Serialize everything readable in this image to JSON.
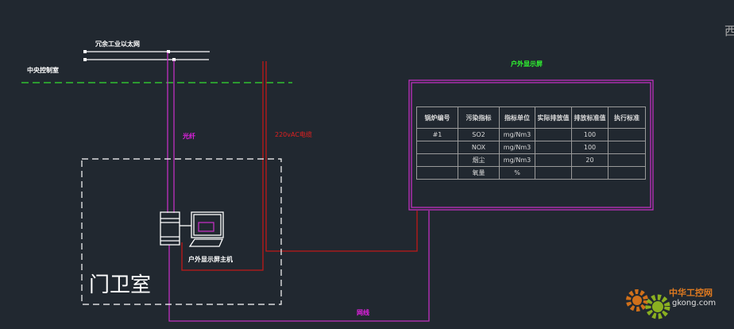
{
  "labels": {
    "ethernet": "冗余工业以太网",
    "control_room": "中央控制室",
    "fiber": "光纤",
    "power_cable": "220vAC电缆",
    "outdoor_display": "户外显示屏",
    "display_host": "户外显示屏主机",
    "network_cable": "网线",
    "guard_room": "门卫室",
    "corner_text": "西"
  },
  "table": {
    "headers": [
      "锅炉编号",
      "污染指标",
      "指标单位",
      "实际排放值",
      "排放标准值",
      "执行标准"
    ],
    "rows": [
      [
        "#1",
        "SO2",
        "mg/Nm3",
        "",
        "100",
        ""
      ],
      [
        "",
        "NOX",
        "mg/Nm3",
        "",
        "100",
        ""
      ],
      [
        "",
        "烟尘",
        "mg/Nm3",
        "",
        "20",
        ""
      ],
      [
        "",
        "氧量",
        "%",
        "",
        "",
        ""
      ]
    ]
  },
  "watermark": {
    "cn": "中华工控网",
    "en": "gkong.com"
  },
  "colors": {
    "background": "#212830",
    "fiber": "#c030c0",
    "power": "#c01818",
    "boundary": "#30c030",
    "text": "#ffffff",
    "title": "#30ff30"
  }
}
